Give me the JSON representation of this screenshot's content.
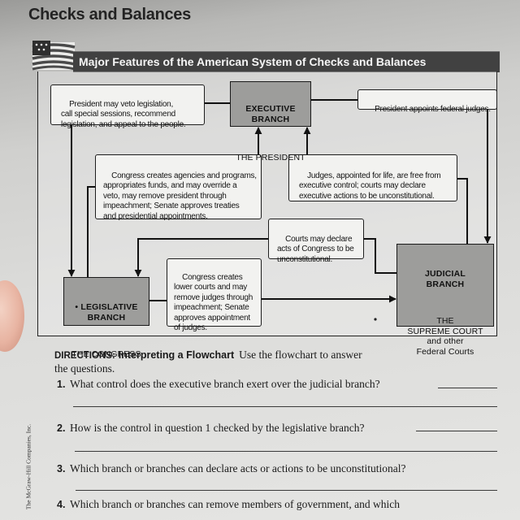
{
  "page_title": "Checks and Balances",
  "banner": {
    "title": "Major Features of the American System of Checks and Balances",
    "icon": "flag-icon"
  },
  "flowchart": {
    "executive": {
      "heading": "EXECUTIVE\nBRANCH",
      "subtitle": "THE PRESIDENT"
    },
    "legislative": {
      "heading": "• LEGISLATIVE\nBRANCH",
      "subtitle": "THE CONGRESS"
    },
    "judicial": {
      "heading": "JUDICIAL\nBRANCH",
      "subtitle": "THE\nSUPREME COURT\nand other\nFederal Courts"
    },
    "checks": {
      "president_veto": "President may veto legislation,\ncall special sessions, recommend\nlegislation, and appeal to the people.",
      "president_appoints": "President appoints federal judges.",
      "congress_agencies": "Congress creates agencies and programs,\nappropriates funds, and may override a\nveto, may remove president through\nimpeachment; Senate approves treaties\nand presidential appointments.",
      "judges_independent": "Judges, appointed for life, are free from\nexecutive control; courts may declare\nexecutive actions to be unconstitutional.",
      "courts_declare": "Courts may declare\nacts of Congress to be\nunconstitutional.",
      "congress_courts": "Congress creates\nlower courts and may\nremove judges through\nimpeachment; Senate\napproves appointment\nof judges."
    },
    "colors": {
      "branch_fill": "#9d9d9b",
      "banner_fill": "#414141",
      "box_fill": "#f2f2f0"
    }
  },
  "directions": {
    "label": "DIRECTIONS:",
    "heading": "Interpreting a Flowchart",
    "text": "Use the flowchart to answer\nthe questions."
  },
  "questions": [
    {
      "number": "1.",
      "text": "What control does the executive branch exert over the judicial branch?"
    },
    {
      "number": "2.",
      "text": "How is the control in question 1 checked by the legislative branch?"
    },
    {
      "number": "3.",
      "text": "Which branch or branches can declare acts or actions to be unconstitutional?"
    },
    {
      "number": "4.",
      "text": "Which branch or branches can remove members of government, and which"
    }
  ],
  "side_credit": "The McGraw-Hill Companies, Inc."
}
